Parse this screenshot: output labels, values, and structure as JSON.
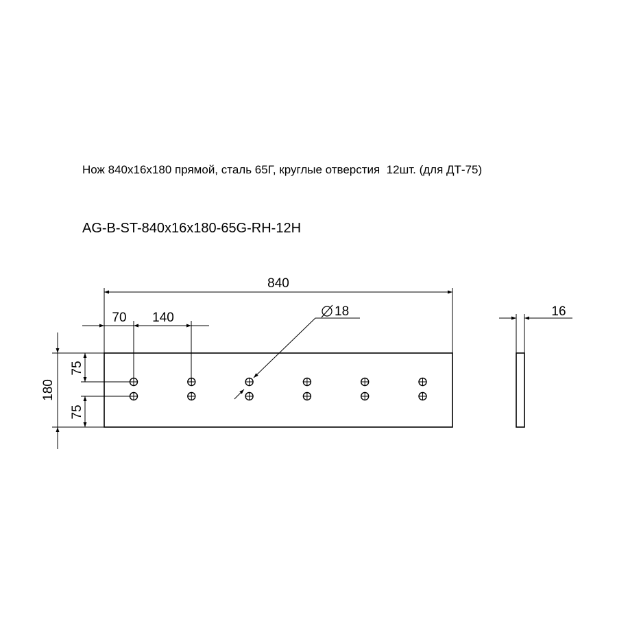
{
  "header": {
    "title": "Нож 840x16x180 прямой, сталь 65Г, круглые отверстия  12шт. (для ДТ-75)",
    "part_code": "AG-B-ST-840x16x180-65G-RH-12H"
  },
  "dimensions": {
    "overall_length": "840",
    "edge_to_first_hole": "70",
    "hole_pitch": "140",
    "hole_diameter": "18",
    "thickness": "16",
    "height": "180",
    "top_offset": "75",
    "bottom_offset": "75"
  },
  "holes": {
    "columns": 6,
    "rows": 2,
    "total": 12
  }
}
